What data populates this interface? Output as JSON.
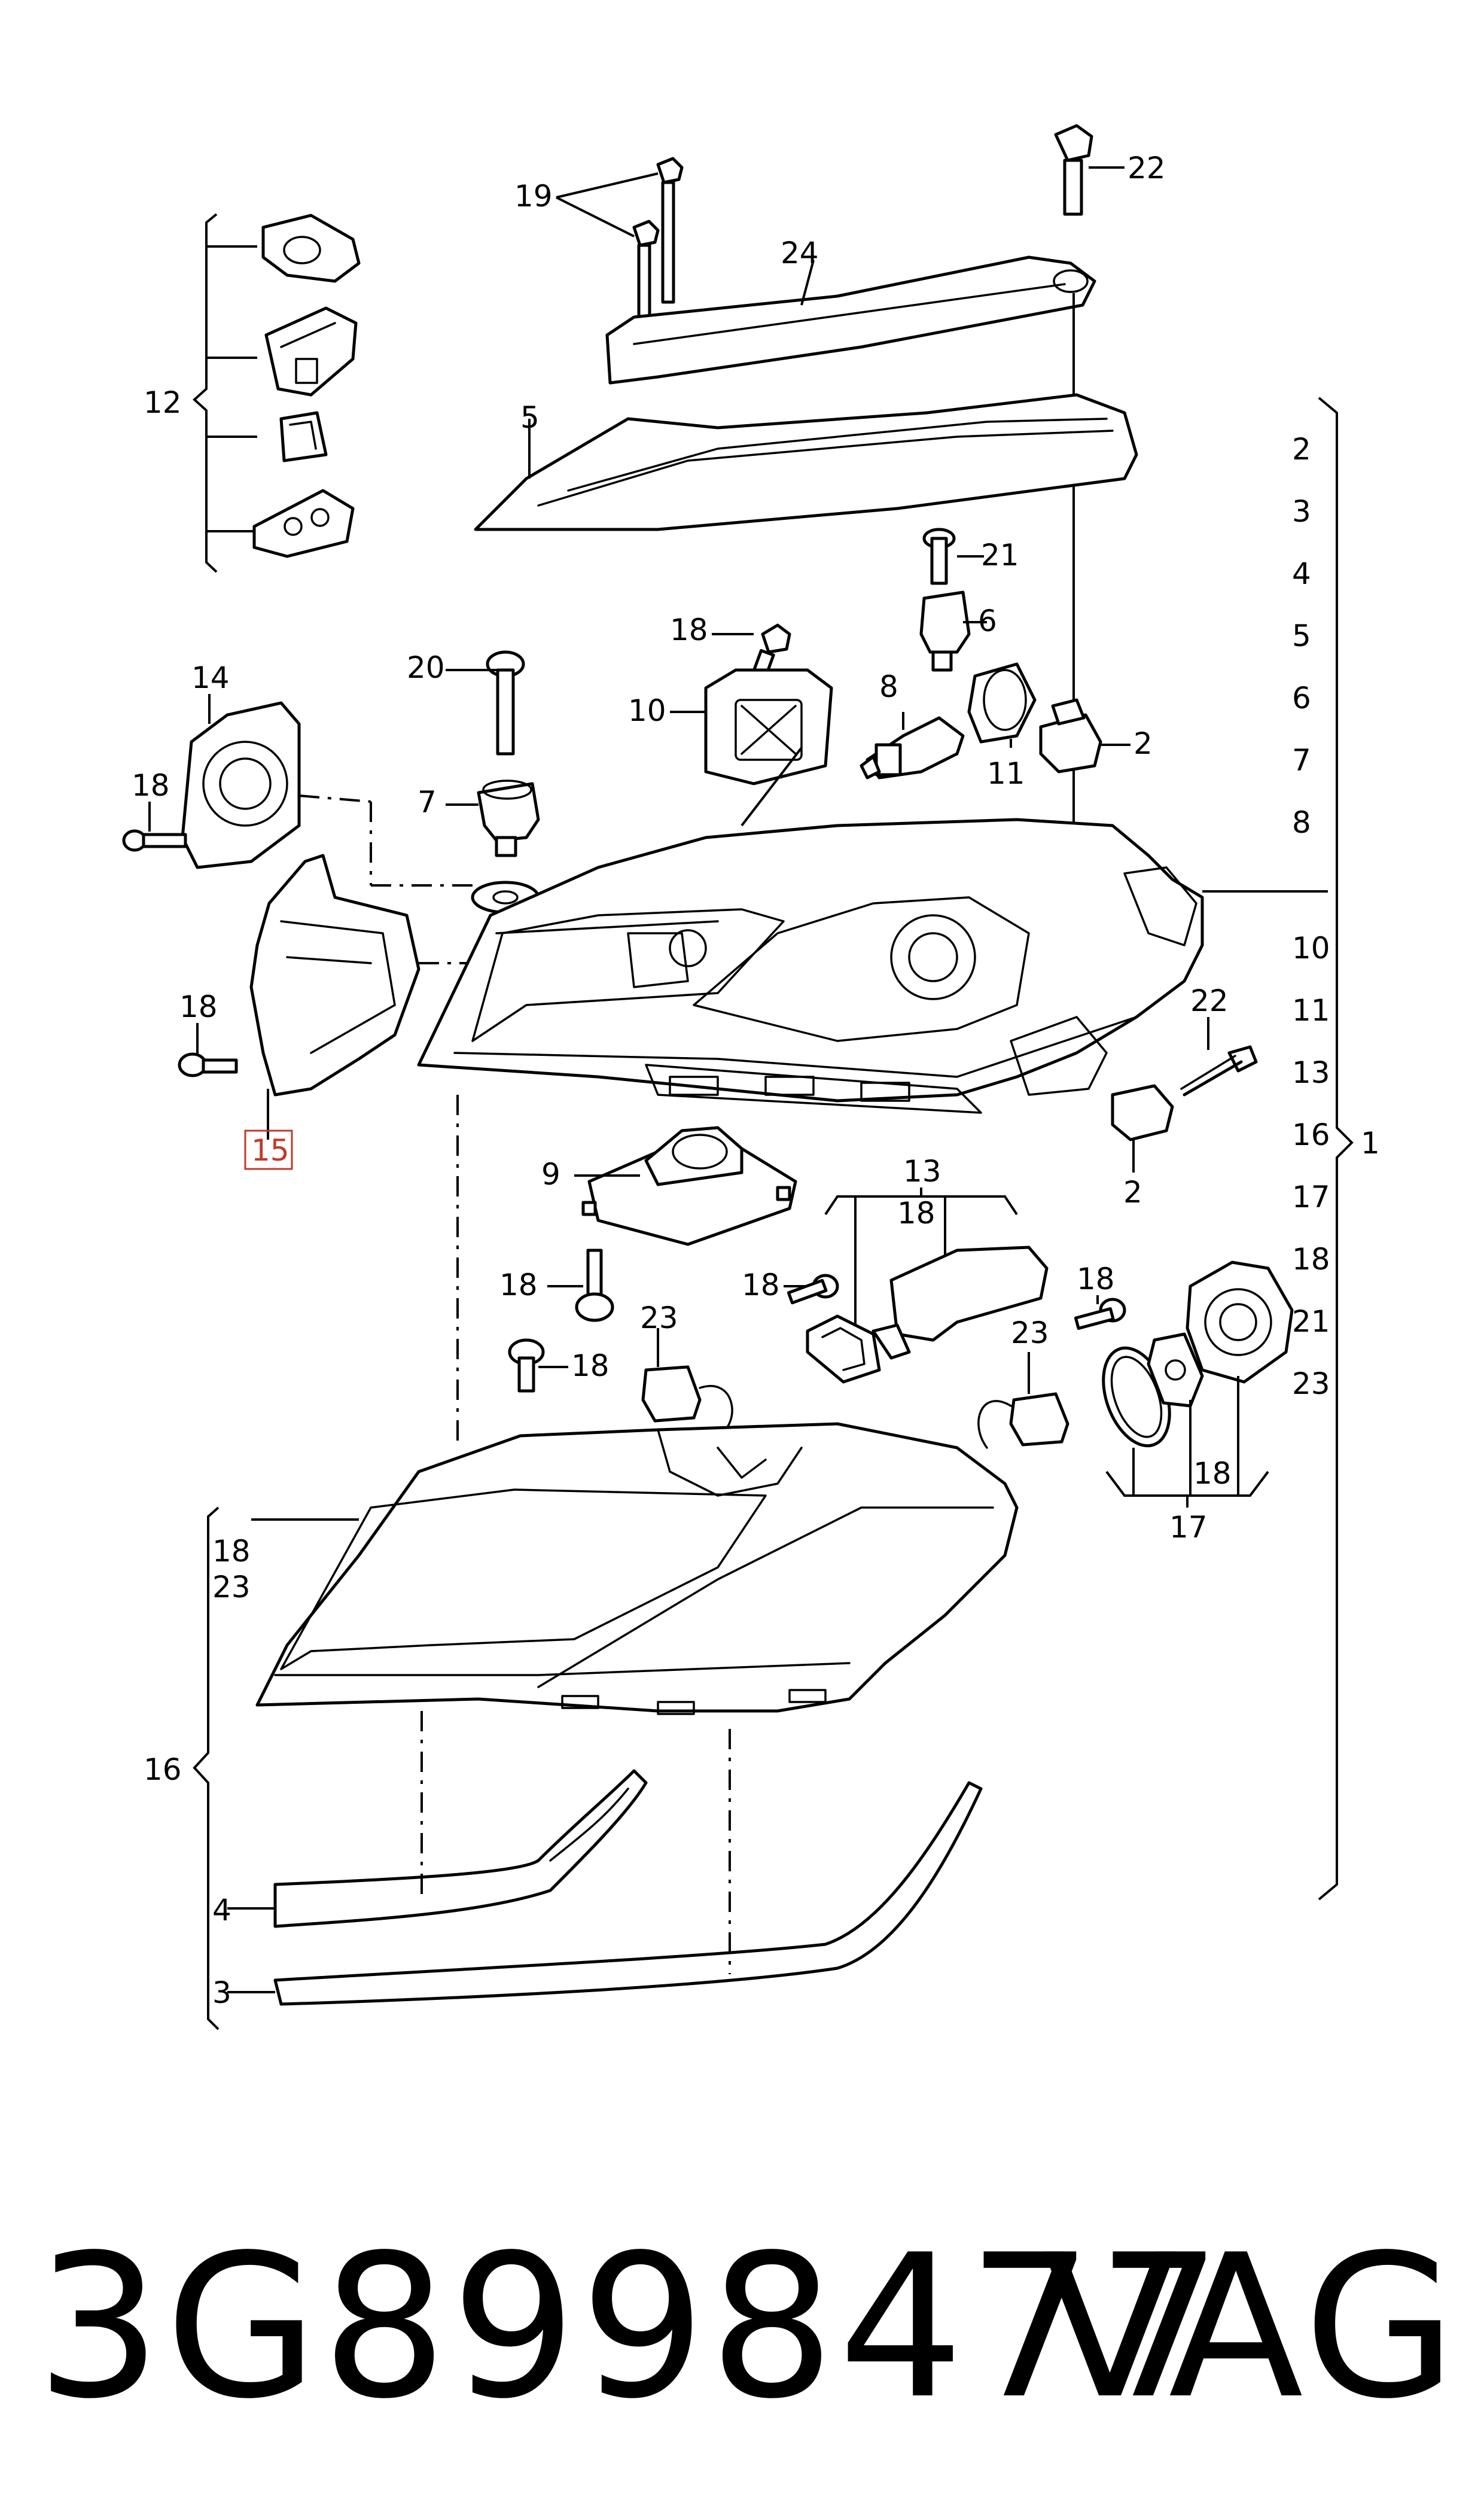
{
  "diagram": {
    "labels": {
      "l19": "19",
      "l22a": "22",
      "l24": "24",
      "l12": "12",
      "l5": "5",
      "l21a": "21",
      "l6": "6",
      "l18a": "18",
      "l10": "10",
      "l8": "8",
      "l20": "20",
      "l14": "14",
      "l7": "7",
      "l11": "11",
      "l2a": "2",
      "l18b": "18",
      "l18c": "18",
      "l15": "15",
      "l22b": "22",
      "l2b": "2",
      "l9": "9",
      "l13": "13",
      "l18d": "18",
      "l18e": "18",
      "l18f": "18",
      "l23a": "23",
      "l18g": "18",
      "l23b": "23",
      "l18h": "18",
      "l18i": "18",
      "l17": "17",
      "l18j": "18",
      "l23c": "23",
      "l16b": "16",
      "l4b": "4",
      "l3b": "3",
      "l1": "1"
    },
    "right_group": [
      "2",
      "3",
      "4",
      "5",
      "6",
      "7",
      "8",
      "10",
      "11",
      "13",
      "16",
      "17",
      "18",
      "21",
      "23"
    ],
    "highlight_color": "#c0392b"
  },
  "footer": {
    "part_number": "3G8998477",
    "brand": "VAG"
  }
}
